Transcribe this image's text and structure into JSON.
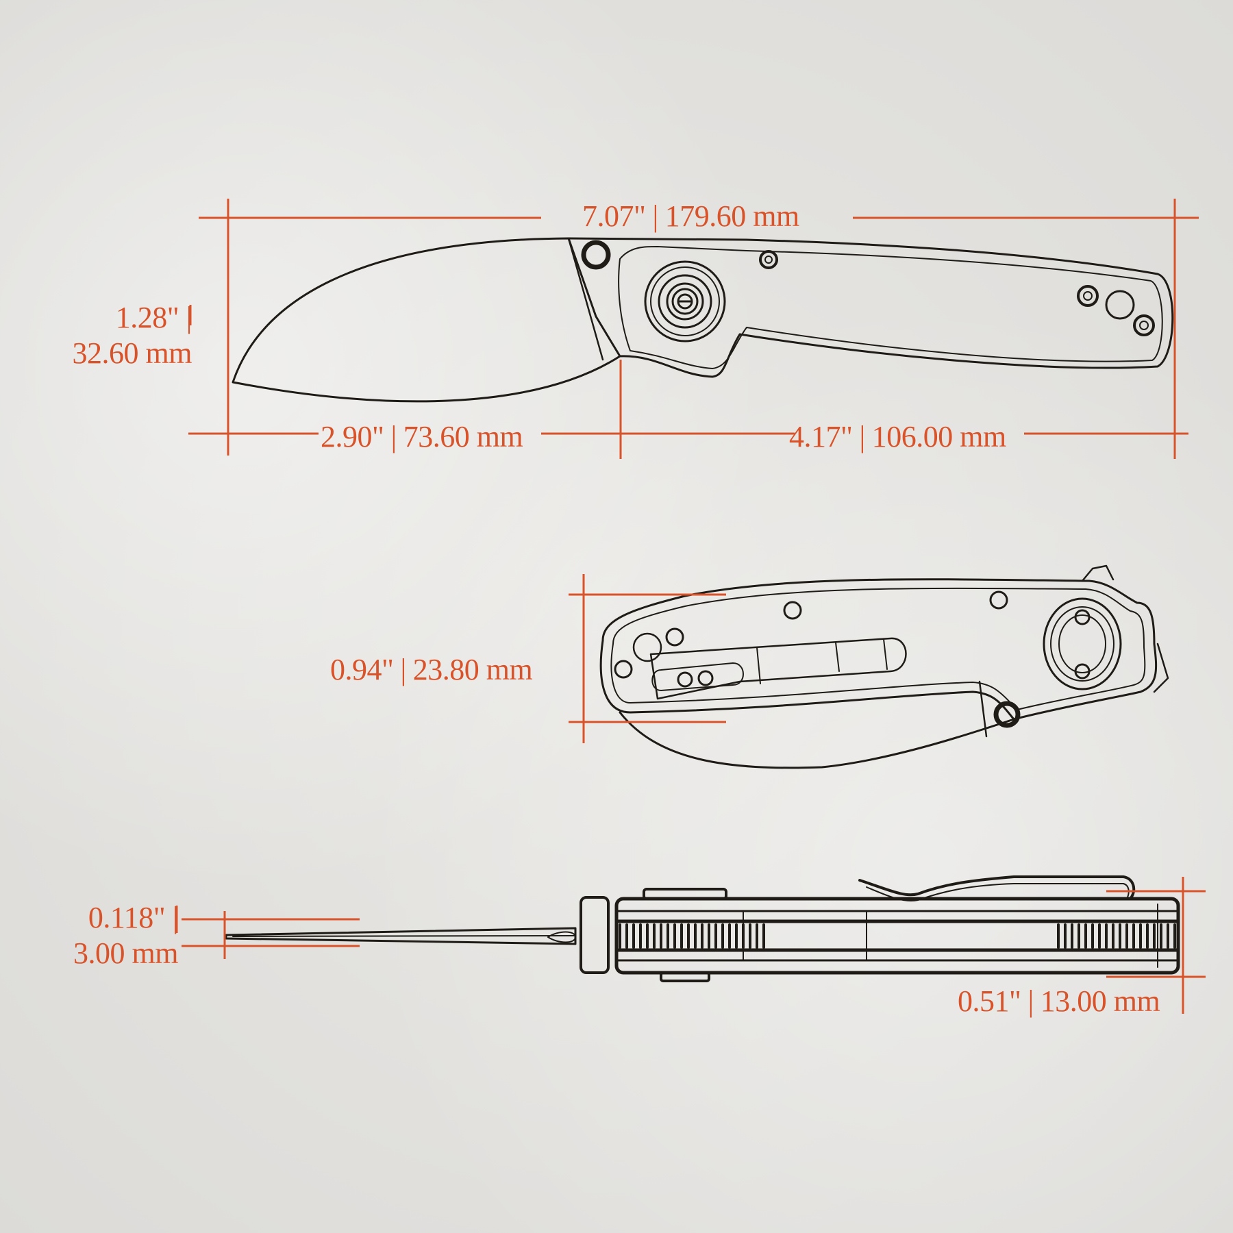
{
  "colors": {
    "accent": "#d9532a",
    "ink": "#1f1b16",
    "paper": "#e4e3e0"
  },
  "views": {
    "open_side": {
      "overall_length": {
        "inch": "7.07\"",
        "mm": "179.60 mm"
      },
      "blade_height": {
        "inch": "1.28\" |",
        "mm": "32.60 mm"
      },
      "blade_length": {
        "inch": "2.90\"",
        "mm": "73.60 mm"
      },
      "handle_length": {
        "inch": "4.17\"",
        "mm": "106.00 mm"
      }
    },
    "closed_side": {
      "handle_width": {
        "inch": "0.94\"",
        "mm": "23.80 mm"
      }
    },
    "spine_top": {
      "blade_thickness": {
        "inch": "0.118\" |",
        "mm": "3.00 mm"
      },
      "handle_thickness": {
        "inch": "0.51\"",
        "mm": "13.00 mm"
      }
    }
  },
  "separator": "|"
}
